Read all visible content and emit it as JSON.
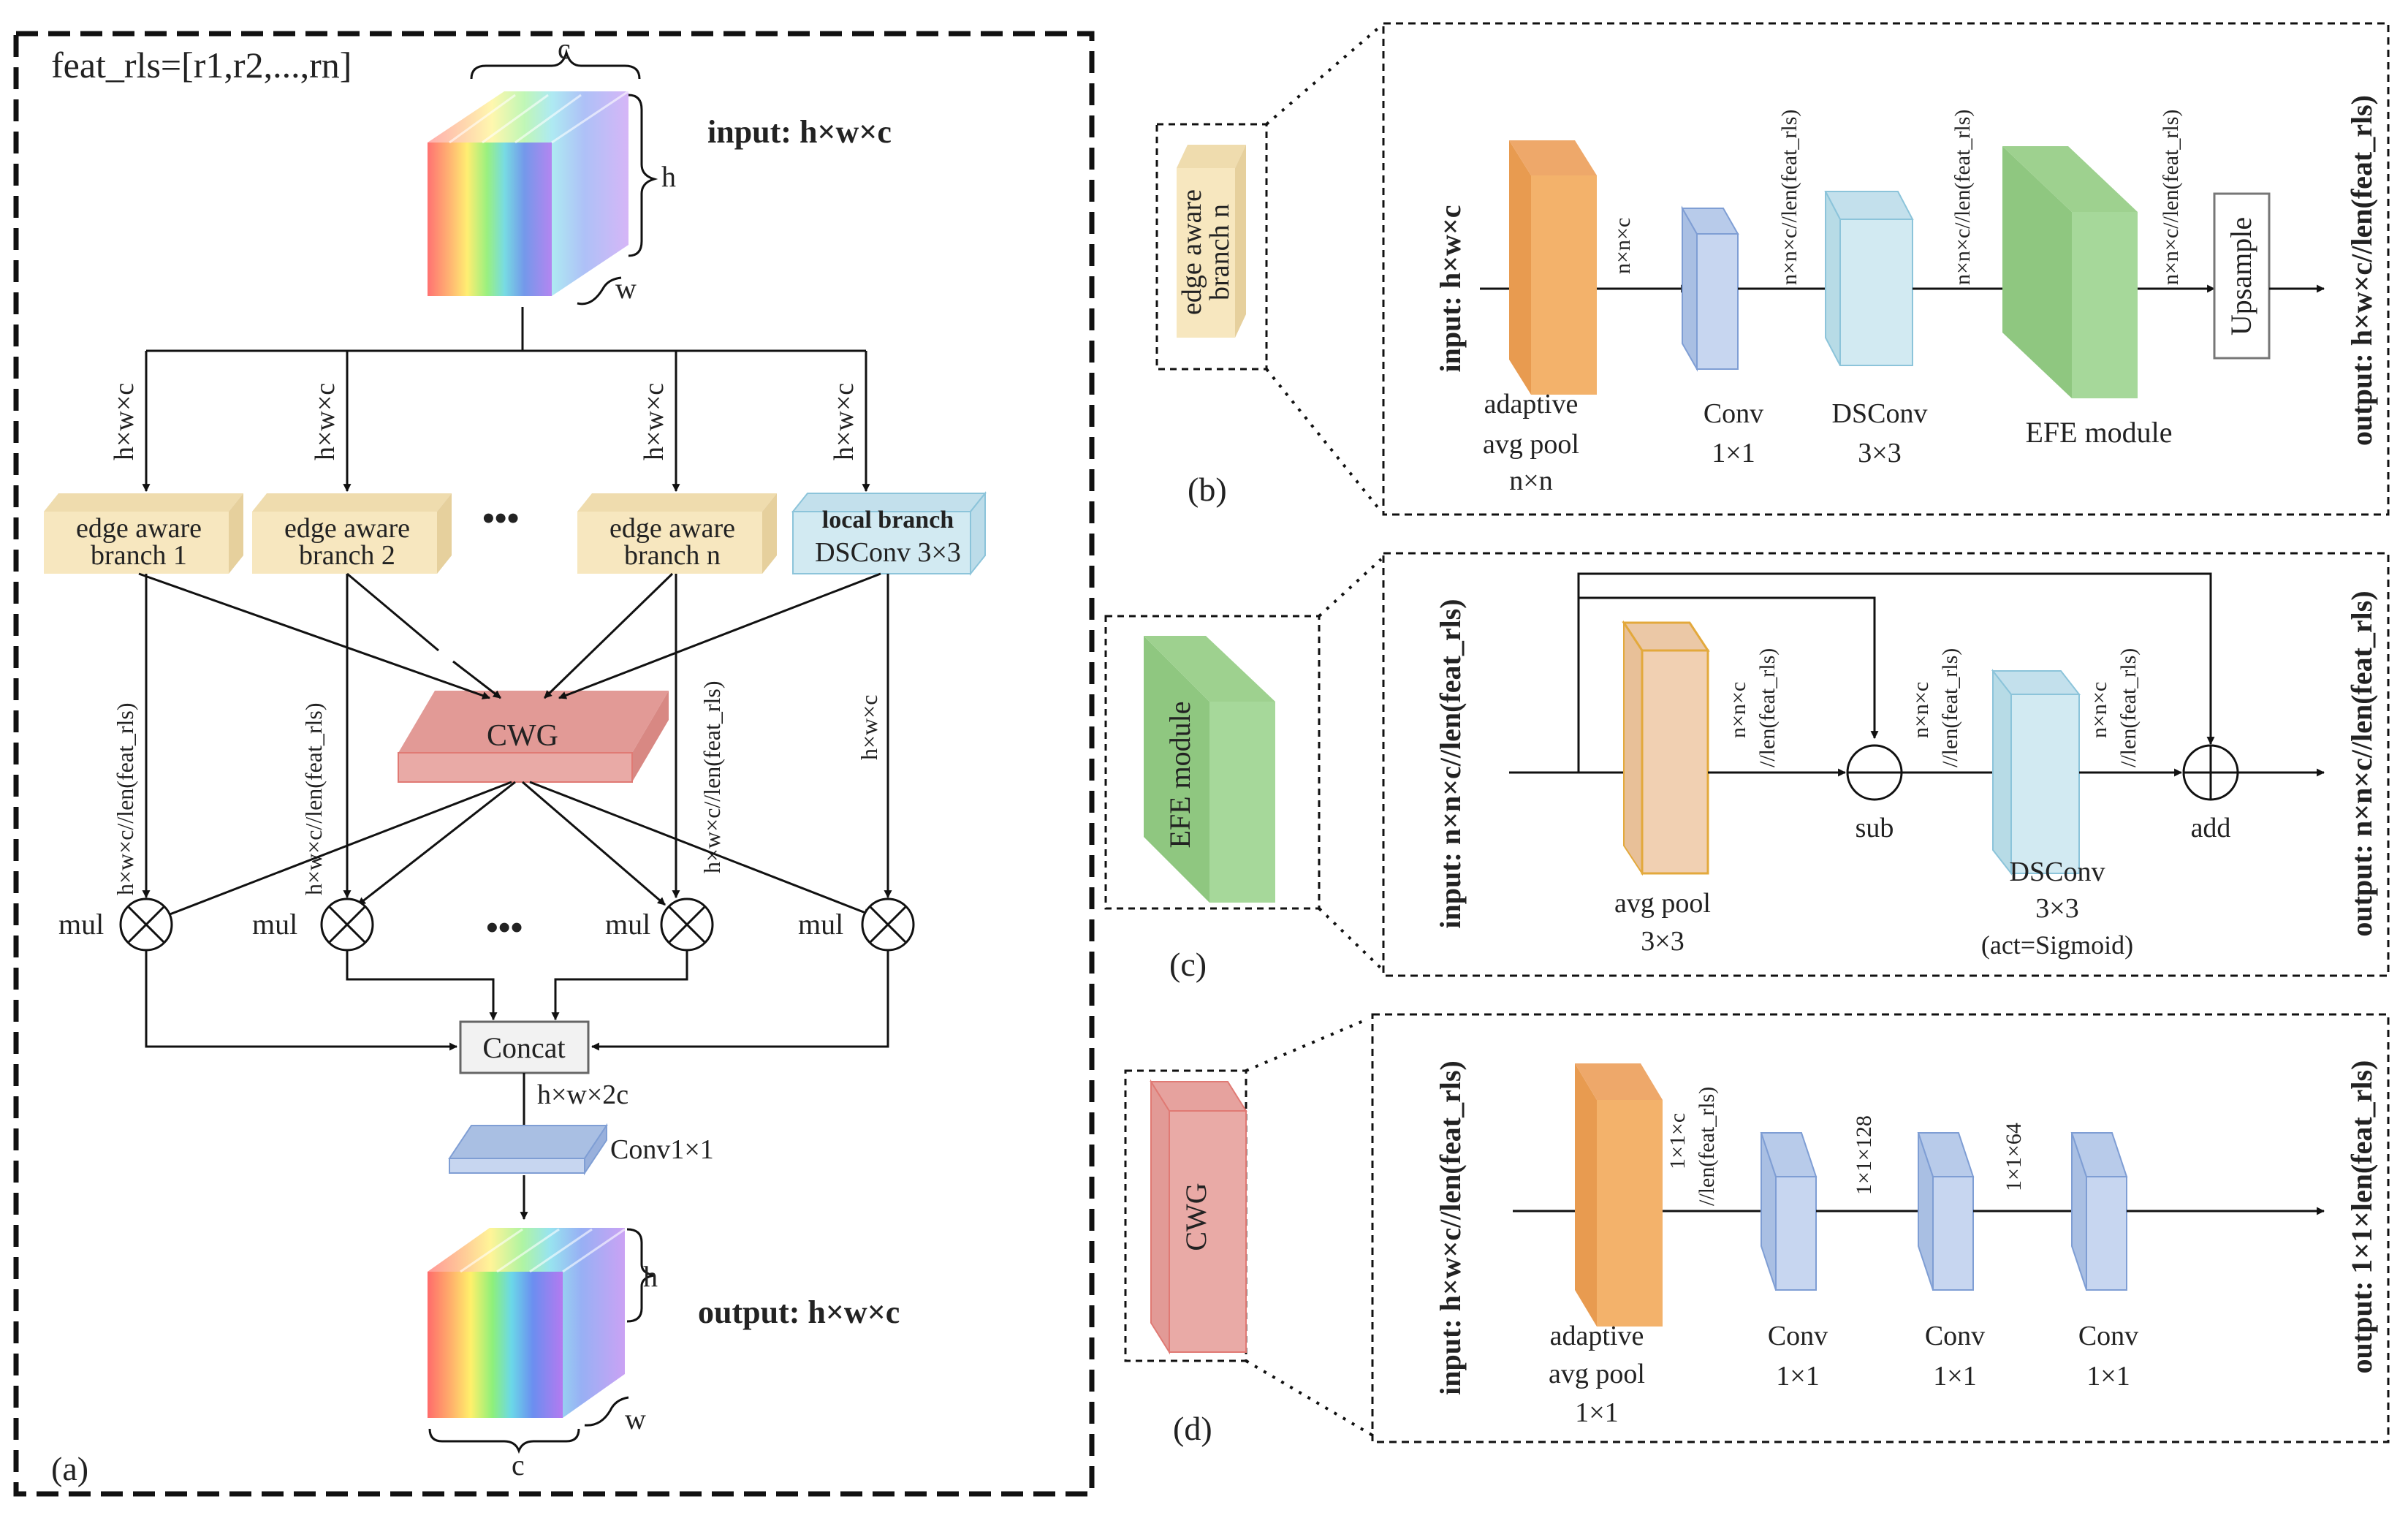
{
  "panel_a": {
    "feat_rls": "feat_rls=[r1,r2,...,rn]",
    "input_label": "input: h×w×c",
    "output_label": "output: h×w×c",
    "dim_c": "c",
    "dim_h": "h",
    "dim_w": "w",
    "edge_hwc": "h×w×c",
    "branch1": [
      "edge aware",
      "branch 1"
    ],
    "branch2": [
      "edge aware",
      "branch 2"
    ],
    "branchn": [
      "edge aware",
      "branch n"
    ],
    "local_branch": "local branch",
    "local_dsconv": "DSConv 3×3",
    "ellipsis": "•••",
    "cwg": "CWG",
    "edge_out_label": "h×w×c//len(feat_rls)",
    "local_out_label": "h×w×c",
    "mul": "mul",
    "concat": "Concat",
    "concat_out": "h×w×2c",
    "conv1x1": "Conv1×1",
    "caption": "(a)"
  },
  "panel_b": {
    "thumb": [
      "edge aware",
      "branch n"
    ],
    "input": "input: h×w×c",
    "output": "output: h×w×c//len(feat_rls)",
    "pool_label": [
      "adaptive",
      "avg pool",
      "n×n"
    ],
    "nnc": "n×n×c",
    "conv_label": [
      "Conv",
      "1×1"
    ],
    "nnc_len": "n×n×c//len(feat_rls)",
    "dsconv_label": [
      "DSConv",
      "3×3"
    ],
    "efe_label": "EFE module",
    "upsample": "Upsample",
    "caption": "(b)"
  },
  "panel_c": {
    "thumb": "EFE module",
    "input": "input: n×n×c//len(feat_rls)",
    "output": "output: n×n×c//len(feat_rls)",
    "pool_label": [
      "avg pool",
      "3×3"
    ],
    "mid_label": [
      "n×n×c",
      "//len(feat_rls)"
    ],
    "sub": "sub",
    "dsconv_label": [
      "DSConv",
      "3×3",
      "(act=Sigmoid)"
    ],
    "add": "add",
    "caption": "(c)"
  },
  "panel_d": {
    "thumb": "CWG",
    "input": "input: h×w×c//len(feat_rls)",
    "output": "output: 1×1×len(feat_rls)",
    "pool_label": [
      "adaptive",
      "avg pool",
      "1×1"
    ],
    "l1": [
      "1×1×c",
      "//len(feat_rls)"
    ],
    "l2": "1×1×128",
    "l3": "1×1×64",
    "conv_label": [
      "Conv",
      "1×1"
    ],
    "caption": "(d)"
  },
  "colors": {
    "orange": "#f3b26b",
    "blue": "#b4c6e6",
    "light_blue": "#d2eaf2",
    "green": "#a6d89a",
    "pink": "#e9aaa6",
    "tan": "#f7e7bf"
  }
}
